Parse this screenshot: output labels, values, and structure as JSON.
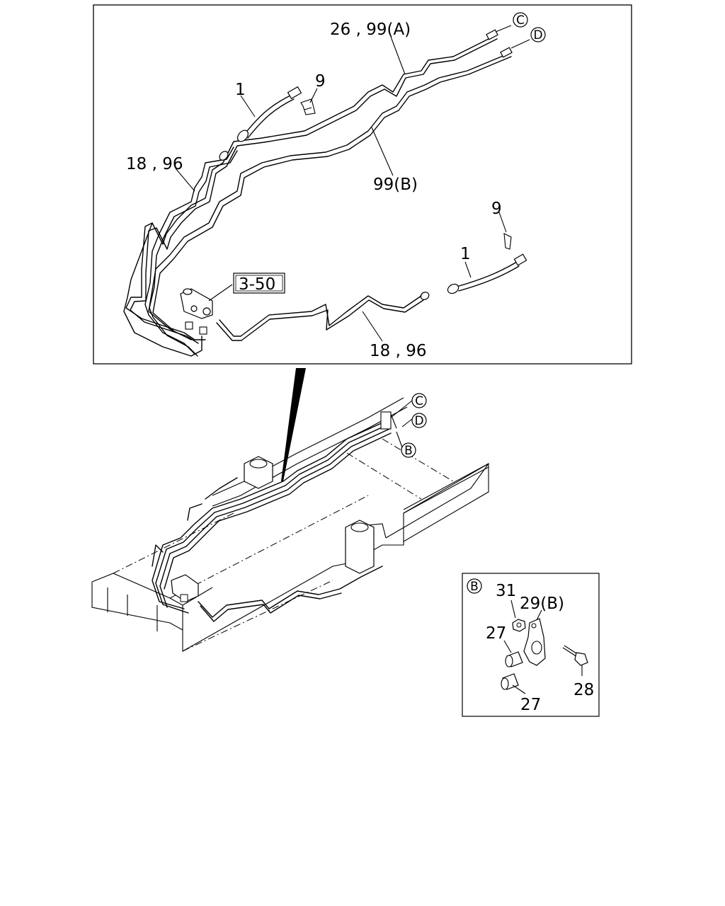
{
  "top_panel": {
    "labels": {
      "pipe_26_99a": "26 , 99(A)",
      "hose_1_left": "1",
      "clip_9_left": "9",
      "pipe_18_96_left": "18 , 96",
      "pipe_99b": "99(B)",
      "clip_9_right": "9",
      "hose_1_right": "1",
      "ref_3_50": "3-50",
      "pipe_18_96_bottom": "18 , 96"
    },
    "callouts": {
      "c": "C",
      "d": "D"
    }
  },
  "chassis": {
    "callouts": {
      "c": "C",
      "d": "D",
      "b": "B"
    }
  },
  "detail_b": {
    "callout": "B",
    "labels": {
      "nut": "31",
      "bracket": "29(B)",
      "bushing_upper": "27",
      "bolt": "28",
      "bushing_lower": "27"
    }
  }
}
